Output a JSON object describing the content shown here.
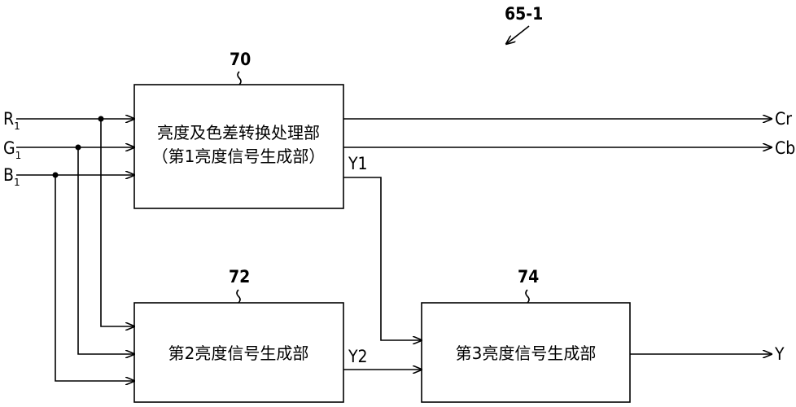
{
  "figure_ref": "65-1",
  "blocks": {
    "b70": {
      "ref": "70",
      "line1": "亮度及色差转换处理部",
      "line2": "（第1亮度信号生成部）"
    },
    "b72": {
      "ref": "72",
      "label": "第2亮度信号生成部"
    },
    "b74": {
      "ref": "74",
      "label": "第3亮度信号生成部"
    }
  },
  "inputs": {
    "r": {
      "base": "R",
      "sub": "1"
    },
    "g": {
      "base": "G",
      "sub": "1"
    },
    "b": {
      "base": "B",
      "sub": "1"
    }
  },
  "signals": {
    "y1": "Y1",
    "y2": "Y2",
    "cr": "Cr",
    "cb": "Cb",
    "y": "Y"
  }
}
